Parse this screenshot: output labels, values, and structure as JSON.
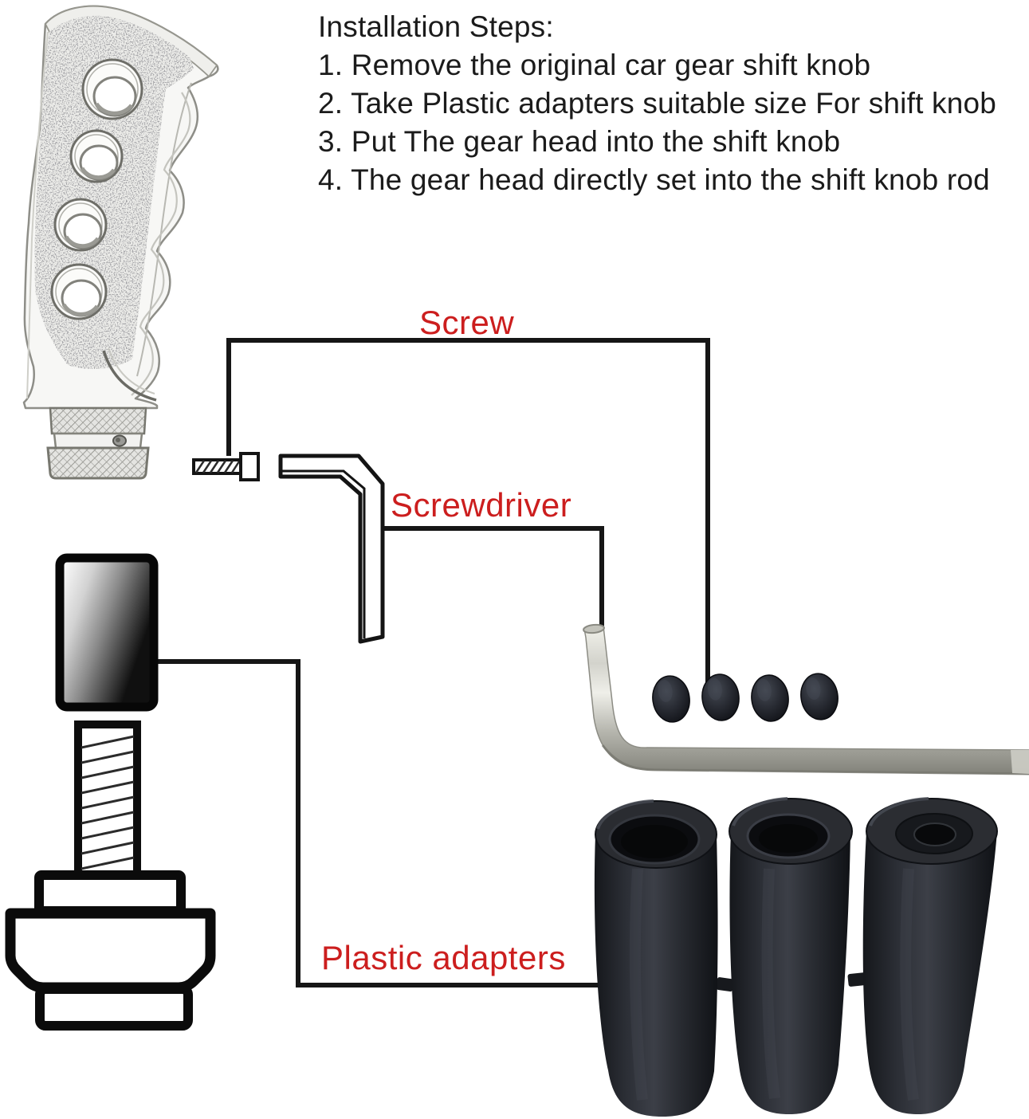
{
  "instructions": {
    "title": "Installation Steps:",
    "steps": [
      "1. Remove the original car gear shift knob",
      "2. Take Plastic adapters suitable size For shift knob",
      "3. Put The gear head into the shift knob",
      "4. The gear head directly set into the shift knob rod"
    ]
  },
  "callouts": {
    "screw": "Screw",
    "screwdriver": "Screwdriver",
    "plastic_adapters": "Plastic adapters"
  },
  "colors": {
    "callout_red": "#cc1e1e",
    "text_black": "#1b1b1b",
    "line_black": "#161616",
    "background": "#ffffff"
  },
  "figures": [
    {
      "name": "gear-shift-knob-sketch"
    },
    {
      "name": "set-screw-drawing"
    },
    {
      "name": "hex-wrench-outline-drawing"
    },
    {
      "name": "shift-lever-adapter-diagram"
    },
    {
      "name": "hex-wrench-photo"
    },
    {
      "name": "set-screws-photo",
      "count": 4
    },
    {
      "name": "plastic-adapters-photo",
      "count": 3
    }
  ]
}
